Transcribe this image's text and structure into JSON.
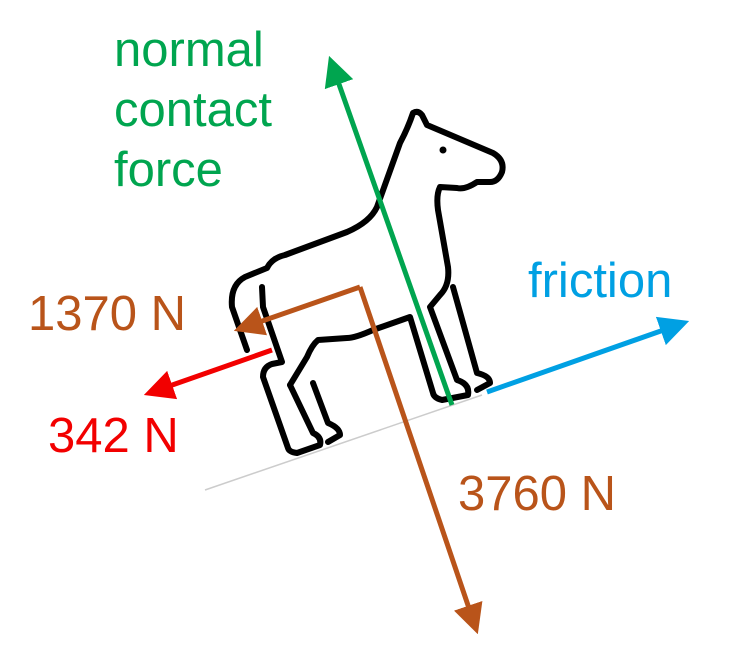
{
  "labels": {
    "normal": "normal contact force",
    "friction": "friction",
    "parallel_weight": "1370 N",
    "drag": "342 N",
    "weight": "3760 N"
  },
  "colors": {
    "normal": "#00a54f",
    "friction": "#00a0e3",
    "weight": "#b9541a",
    "drag": "#f20000",
    "incline": "#cccccc"
  }
}
